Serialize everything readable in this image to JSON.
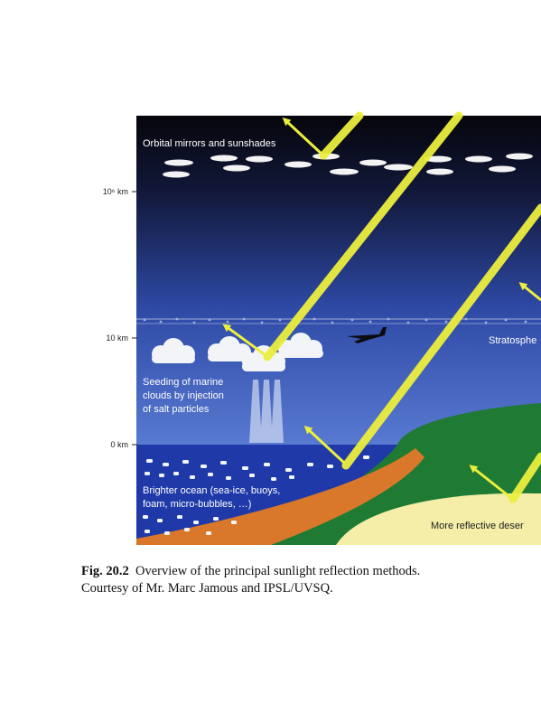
{
  "axis": {
    "tick_top": "10⁶ km",
    "tick_mid": "10 km",
    "tick_bottom": "0 km"
  },
  "labels": {
    "orbital": "Orbital mirrors and sunshades",
    "stratosphere": "Stratosphe",
    "seeding_1": "Seeding of marine",
    "seeding_2": "clouds by injection",
    "seeding_3": "of salt particles",
    "ocean_1": "Brighter ocean (sea-ice, buoys,",
    "ocean_2": "foam, micro-bubbles, …)",
    "desert": "More reflective deser"
  },
  "caption": {
    "label": "Fig. 20.2",
    "line_1": "Overview of the principal sunlight reflection methods.",
    "line_2": "Courtesy of Mr. Marc Jamous and IPSL/UVSQ."
  },
  "colors": {
    "sky_top": "#0a0a14",
    "sky_bottom": "#6f8fd8",
    "ray": "#ecee3e",
    "ocean": "#1f3aa8",
    "land": "#1f7a34",
    "sand": "#f4eea8",
    "shore": "#d9782a"
  }
}
